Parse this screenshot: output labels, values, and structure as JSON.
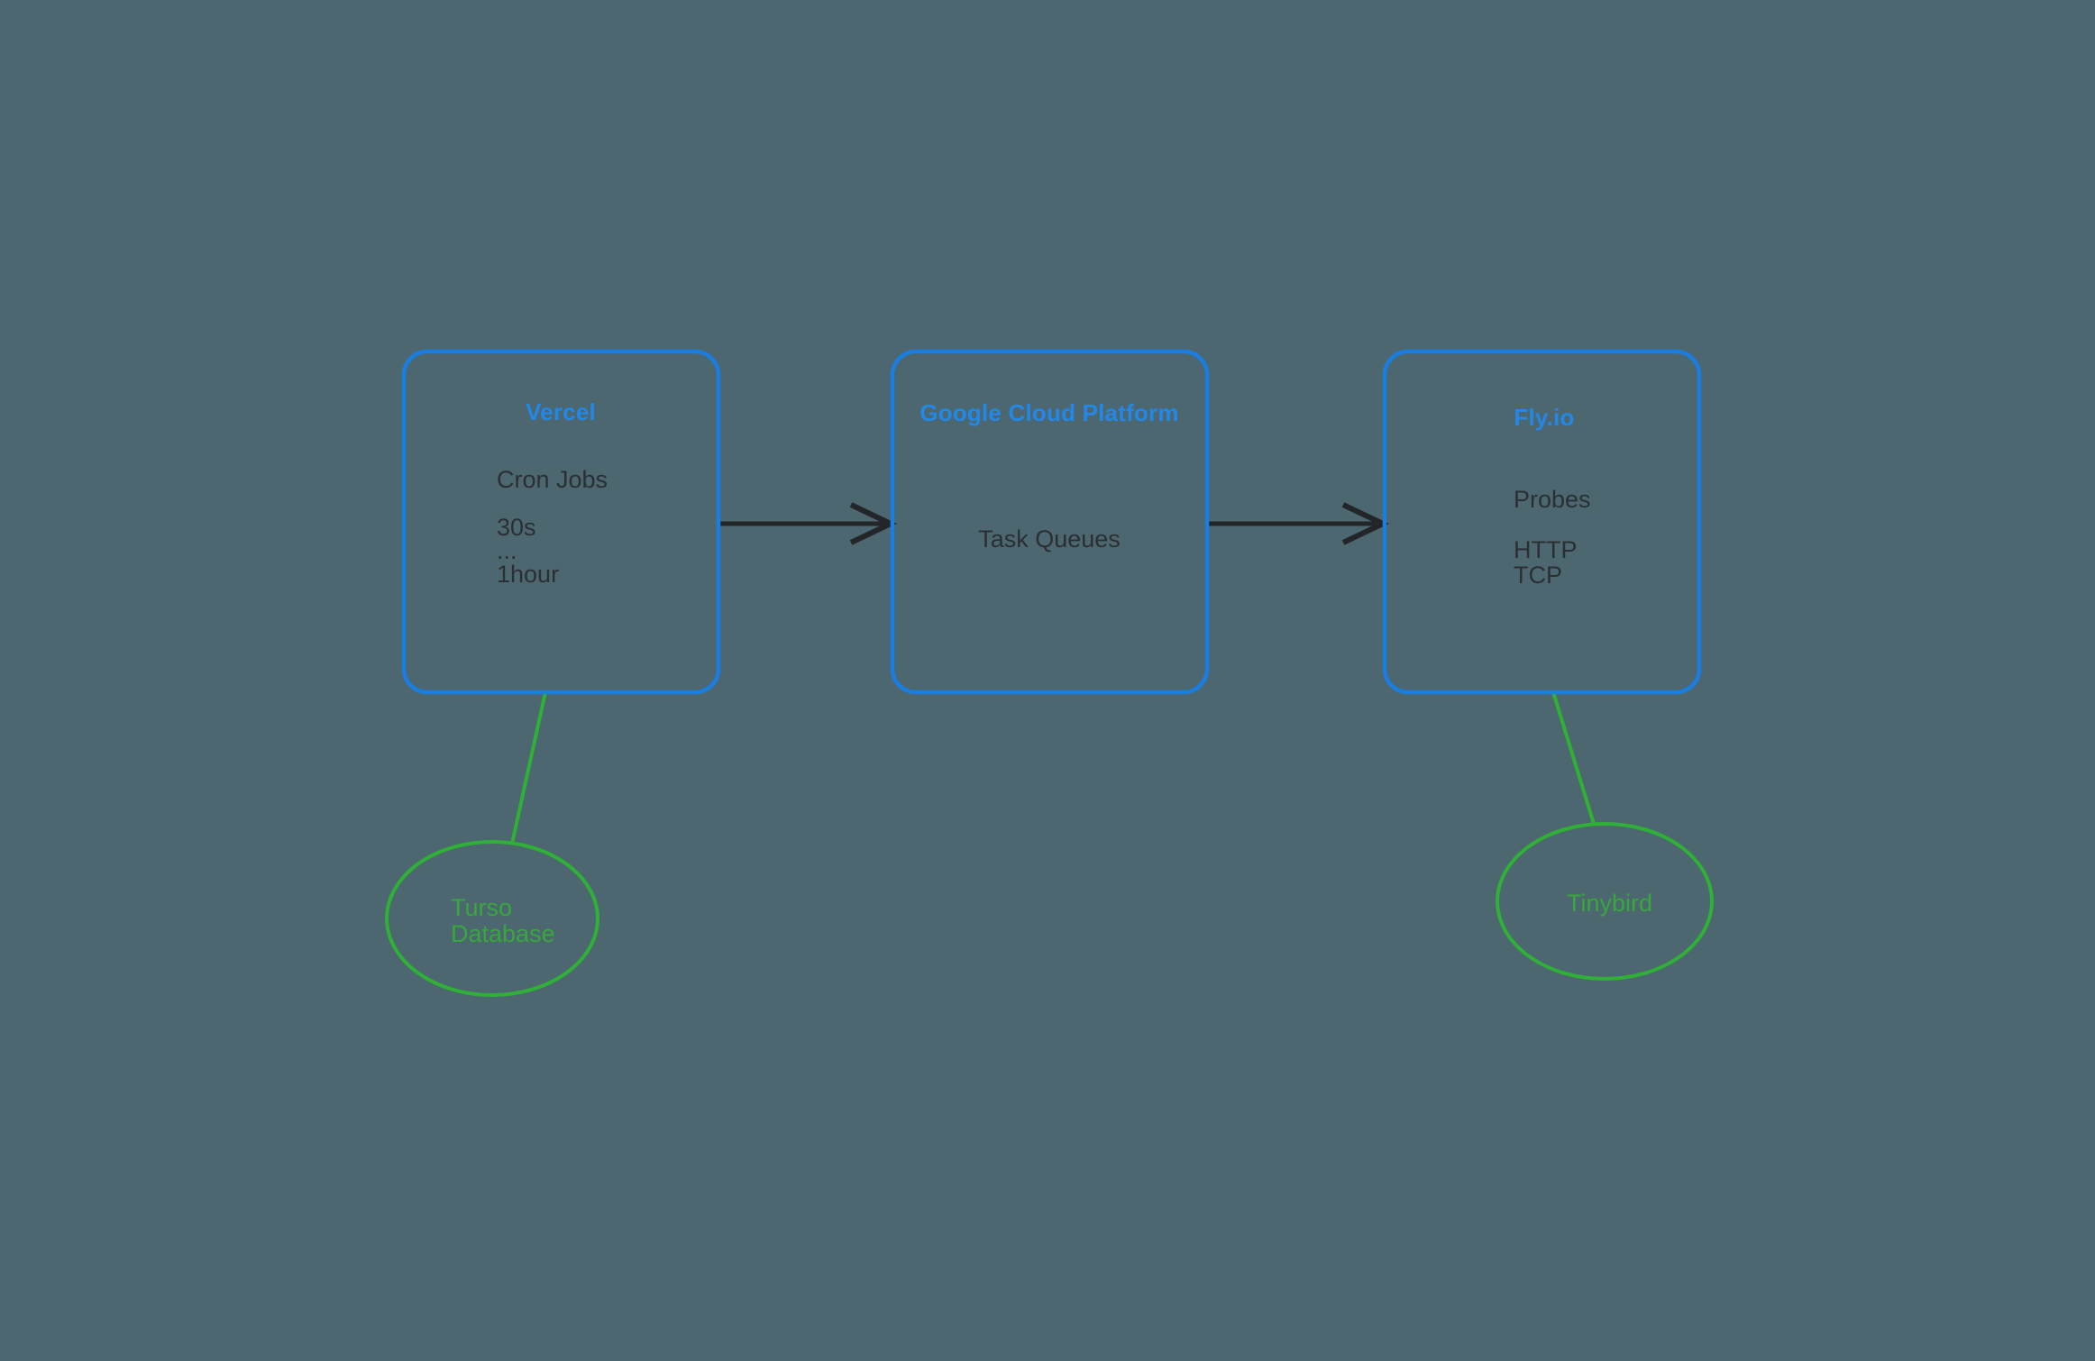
{
  "diagram": {
    "background_color": "#4d6770",
    "box_border_color": "#1a7ee0",
    "box_title_color": "#2288e8",
    "body_text_color": "#2a2f33",
    "ellipse_color": "#2fb036",
    "ellipse_label_color": "#36a83c",
    "arrow_color": "#232628",
    "nodes": [
      {
        "id": "vercel",
        "shape": "rounded-rectangle",
        "title": "Vercel",
        "lines": [
          "Cron Jobs",
          "30s",
          "...",
          "1hour"
        ]
      },
      {
        "id": "gcp",
        "shape": "rounded-rectangle",
        "title": "Google Cloud Platform",
        "lines": [
          "Task Queues"
        ]
      },
      {
        "id": "flyio",
        "shape": "rounded-rectangle",
        "title": "Fly.io",
        "lines": [
          "Probes",
          "HTTP",
          "TCP"
        ]
      },
      {
        "id": "turso",
        "shape": "ellipse",
        "lines": [
          "Turso",
          "Database"
        ]
      },
      {
        "id": "tinybird",
        "shape": "ellipse",
        "lines": [
          "Tinybird"
        ]
      }
    ],
    "edges": [
      {
        "from": "vercel",
        "to": "gcp",
        "style": "arrow",
        "color": "#232628"
      },
      {
        "from": "gcp",
        "to": "flyio",
        "style": "arrow",
        "color": "#232628"
      },
      {
        "from": "vercel",
        "to": "turso",
        "style": "line",
        "color": "#2fb036"
      },
      {
        "from": "flyio",
        "to": "tinybird",
        "style": "line",
        "color": "#2fb036"
      }
    ]
  }
}
